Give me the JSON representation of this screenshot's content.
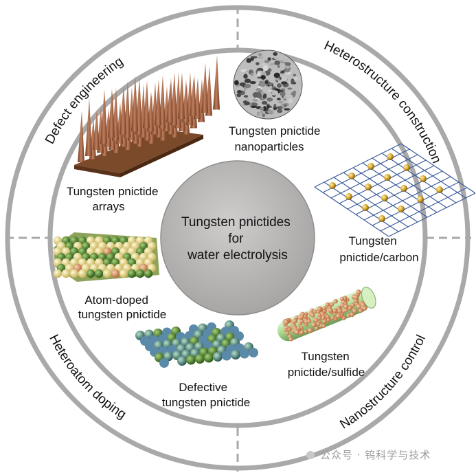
{
  "center": {
    "line1": "Tungsten pnictides",
    "line2": "for",
    "line3": "water electrolysis"
  },
  "strategies": {
    "top_left": "Defect engineering",
    "top_right": "Heterostructure construction",
    "bottom_left": "Heteroatom doping",
    "bottom_right": "Nanostructure control"
  },
  "examples": {
    "nanoparticles": [
      "Tungsten pnictide",
      "nanoparticles"
    ],
    "arrays": [
      "Tungsten pnictide",
      "arrays"
    ],
    "carbon": [
      "Tungsten",
      "pnictide/carbon"
    ],
    "atom_doped": [
      "Atom-doped",
      "tungsten pnictide"
    ],
    "sulfide": [
      "Tungsten",
      "pnictide/sulfide"
    ],
    "defective": [
      "Defective",
      "tungsten pnictide"
    ]
  },
  "watermark": "公众号 · 钨科学与技术",
  "colors": {
    "ring": "#a9a9a9",
    "center_fill": "#b3b1b0",
    "arrays": "#9a5a3a",
    "carbon_lattice": "#3a5a9a",
    "gold": "#d4a32a",
    "dopant_green": "#4a7a2a",
    "dopant_yellow": "#e6d27a",
    "sulfide_orange": "#d89a6a",
    "tube_green": "#b9e6a0"
  }
}
